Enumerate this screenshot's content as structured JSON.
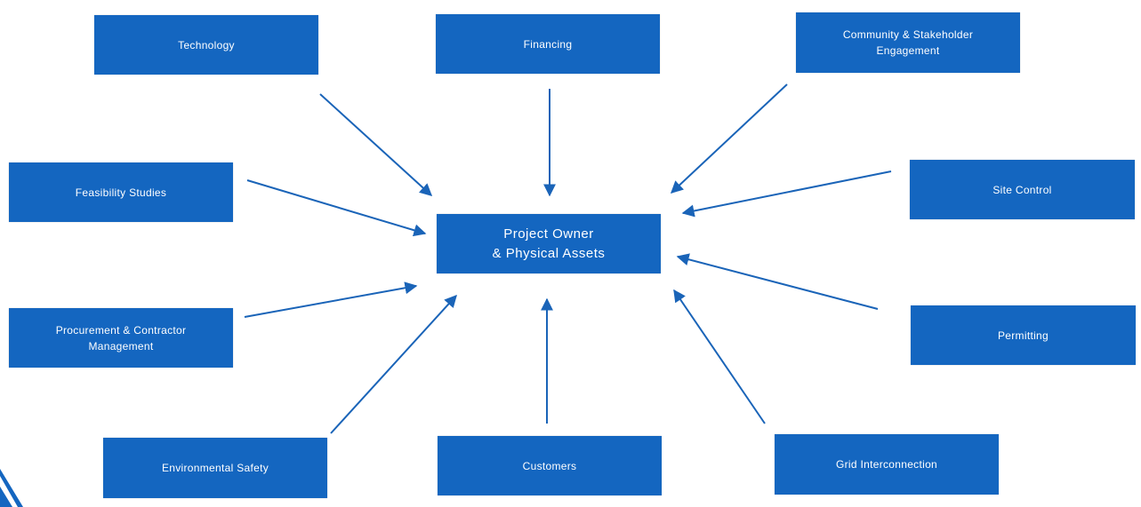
{
  "colors": {
    "box": "#1466c0",
    "arrow": "#1a64b8"
  },
  "center": {
    "label": "Project Owner\n& Physical Assets"
  },
  "nodes": {
    "technology": "Technology",
    "financing": "Financing",
    "community": "Community & Stakeholder\nEngagement",
    "feasibility": "Feasibility Studies",
    "site_control": "Site Control",
    "procurement": "Procurement & Contractor\nManagement",
    "permitting": "Permitting",
    "environmental": "Environmental Safety",
    "customers": "Customers",
    "grid": "Grid Interconnection"
  }
}
